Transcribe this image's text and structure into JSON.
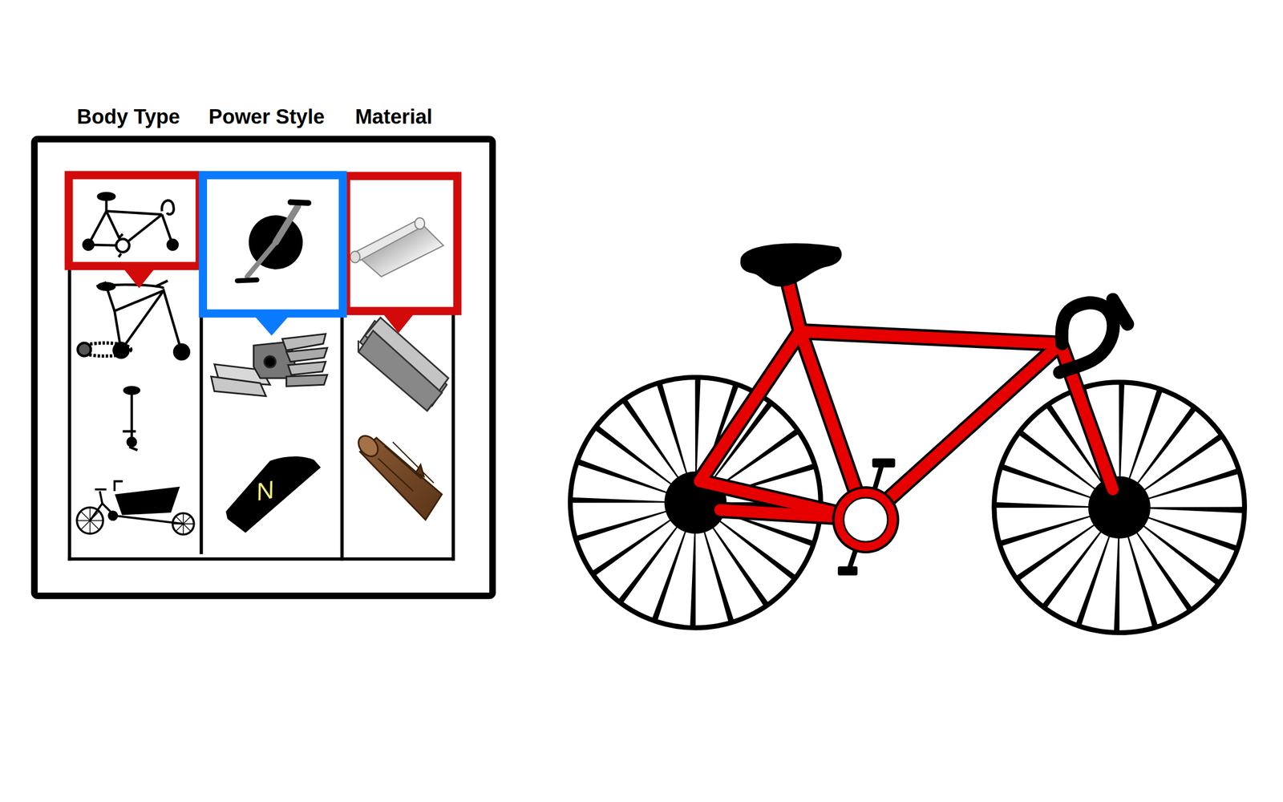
{
  "diagram": {
    "labels": [
      "Body Type",
      "Power Style",
      "Material",
      "N"
    ]
  }
}
